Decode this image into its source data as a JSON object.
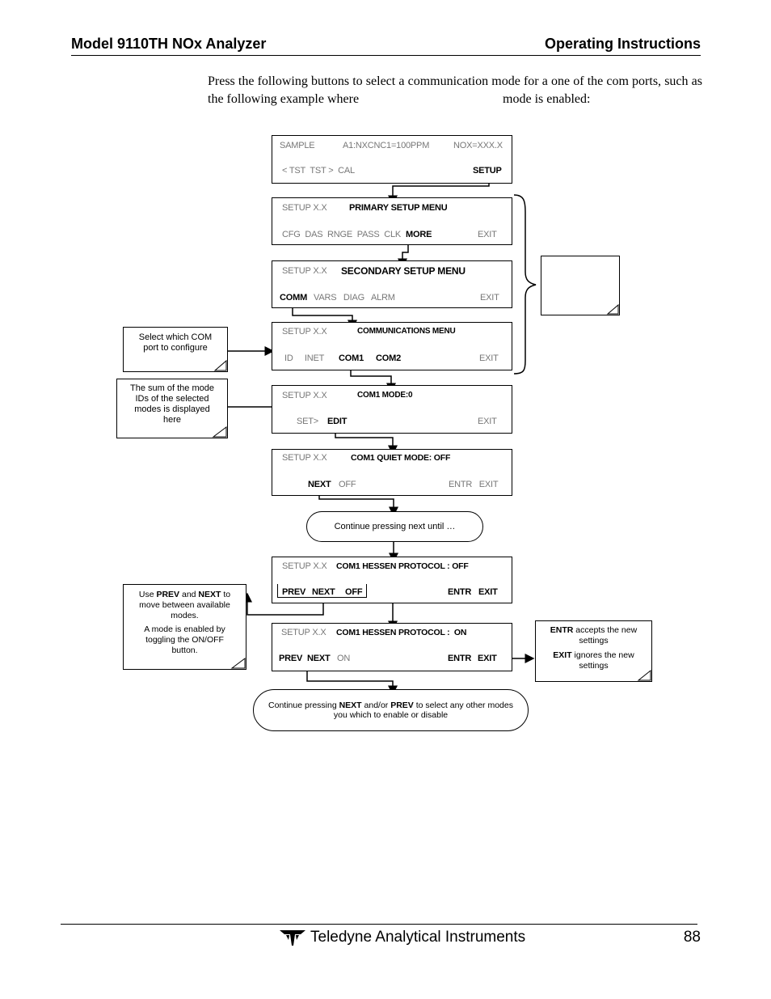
{
  "header": {
    "left": "Model 9110TH NOx Analyzer",
    "right": "Operating Instructions"
  },
  "intro": {
    "part1": "Press the following buttons to select a communication mode for a one of the com ports, such as the following example where",
    "part2": "mode is enabled:"
  },
  "screens": {
    "s1": {
      "a": "SAMPLE",
      "b": "A1:NXCNC1=100PPM",
      "c": "NOX=XXX.X",
      "d": "< TST  TST >  CAL",
      "e": "SETUP"
    },
    "s2": {
      "a": "SETUP X.X",
      "title": "PRIMARY SETUP MENU",
      "keys": "CFG  DAS  RNGE  PASS  CLK",
      "more": "MORE",
      "exit": "EXIT"
    },
    "s3": {
      "a": "SETUP X.X",
      "title": "SECONDARY SETUP MENU",
      "comm": "COMM",
      "keys": "VARS   DIAG   ALRM",
      "exit": "EXIT"
    },
    "s4": {
      "a": "SETUP X.X",
      "title": "COMMUNICATIONS MENU",
      "keys": "ID     INET",
      "com1": "COM1",
      "com2": "COM2",
      "exit": "EXIT"
    },
    "s5": {
      "a": "SETUP X.X",
      "title": "COM1 MODE:0",
      "set": "SET>",
      "edit": "EDIT",
      "exit": "EXIT"
    },
    "s6": {
      "a": "SETUP X.X",
      "title": "COM1 QUIET MODE: OFF",
      "next": "NEXT",
      "off": "OFF",
      "keys": "ENTR   EXIT"
    },
    "s7": {
      "a": "SETUP X.X",
      "title": "COM1 HESSEN PROTOCOL : OFF",
      "prev": "PREV",
      "next": "NEXT",
      "off": "OFF",
      "entr": "ENTR",
      "exit": "EXIT"
    },
    "s8": {
      "a": "SETUP X.X",
      "title": "COM1 HESSEN PROTOCOL :  ON",
      "prev": "PREV",
      "next": "NEXT",
      "on": "ON",
      "entr": "ENTR",
      "exit": "EXIT"
    }
  },
  "notes": {
    "select_com": "Select which COM port to configure",
    "sum_ids": "The sum of the mode IDs of the selected modes is displayed here",
    "prev_next": {
      "a": "Use ",
      "prev": "PREV",
      "b": " and ",
      "next": "NEXT",
      "c": " to move between available modes.",
      "d": "A mode is enabled by toggling the ON/OFF button."
    },
    "entr_exit": {
      "entr": "ENTR",
      "a": " accepts the new settings",
      "exit": "EXIT",
      "b": " ignores the new settings"
    }
  },
  "pills": {
    "continue": "Continue pressing next until …",
    "final": {
      "a": "Continue pressing ",
      "next": "NEXT",
      "b": " and/or ",
      "prev": "PREV",
      "c": "  to select  any other modes you which to enable or disable"
    }
  },
  "footer": {
    "company": "Teledyne Analytical Instruments",
    "page": "88"
  }
}
